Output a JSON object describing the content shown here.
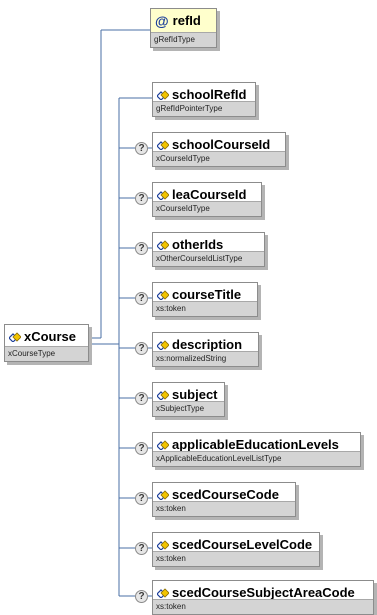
{
  "root": {
    "name": "xCourse",
    "type": "xCourseType"
  },
  "attribute": {
    "name": "refId",
    "type": "gRefIdType"
  },
  "elements": [
    {
      "name": "schoolRefId",
      "type": "gRefIdPointerType",
      "optional": false
    },
    {
      "name": "schoolCourseId",
      "type": "xCourseIdType",
      "optional": true
    },
    {
      "name": "leaCourseId",
      "type": "xCourseIdType",
      "optional": true
    },
    {
      "name": "otherIds",
      "type": "xOtherCourseIdListType",
      "optional": true
    },
    {
      "name": "courseTitle",
      "type": "xs:token",
      "optional": true
    },
    {
      "name": "description",
      "type": "xs:normalizedString",
      "optional": true
    },
    {
      "name": "subject",
      "type": "xSubjectType",
      "optional": true
    },
    {
      "name": "applicableEducationLevels",
      "type": "xApplicableEducationLevelListType",
      "optional": true
    },
    {
      "name": "scedCourseCode",
      "type": "xs:token",
      "optional": true
    },
    {
      "name": "scedCourseLevelCode",
      "type": "xs:token",
      "optional": true
    },
    {
      "name": "scedCourseSubjectAreaCode",
      "type": "xs:token",
      "optional": true
    }
  ],
  "colors": {
    "attribute_fill": "#ffffcc",
    "type_bar": "#d4d4d4",
    "connector": "#4a6fa5"
  }
}
